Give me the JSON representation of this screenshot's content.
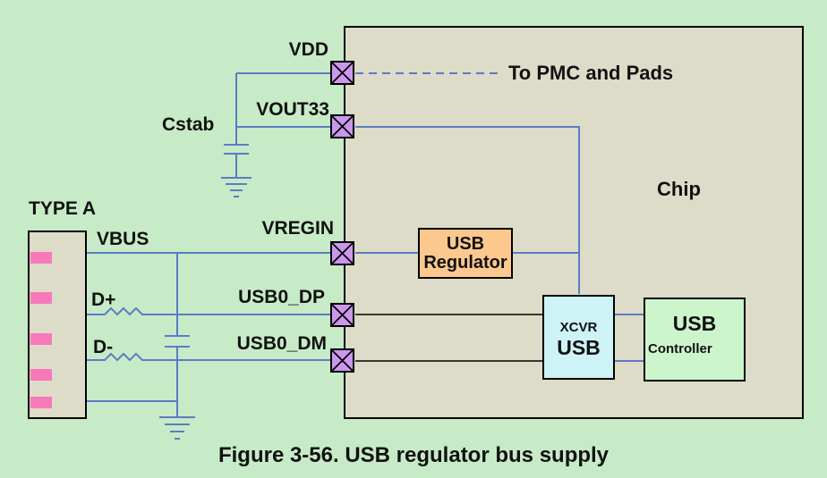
{
  "figure_caption": "Figure 3-56. USB regulator bus supply",
  "chip": {
    "label": "Chip"
  },
  "connector": {
    "label": "TYPE A"
  },
  "pin_labels": {
    "vdd": "VDD",
    "vout33": "VOUT33",
    "vregin": "VREGIN",
    "usb0_dp": "USB0_DP",
    "usb0_dm": "USB0_DM"
  },
  "wire_labels": {
    "vbus": "VBUS",
    "d_plus": "D+",
    "d_minus": "D-",
    "cstab": "Cstab",
    "pmc_note": "To PMC and Pads"
  },
  "blocks": {
    "usb_regulator": {
      "line1": "USB",
      "line2": "Regulator"
    },
    "usb_xcvr": {
      "line1": "XCVR",
      "line2": "USB"
    },
    "usb_controller": {
      "line1": "USB",
      "line2": "Controller"
    }
  },
  "colors": {
    "background": "#c7ebc7",
    "chip_fill": "#dcdcc8",
    "wire_blue": "#5b7cc4",
    "wire_black": "#000000",
    "pin_fill": "#cb97ec",
    "usb_pin_pink": "#f879ba",
    "regulator_fill": "#fcc88e",
    "xcvr_fill": "#cdf3f6",
    "controller_fill": "#ccf5cb",
    "border": "#000000",
    "text": "#111111"
  }
}
